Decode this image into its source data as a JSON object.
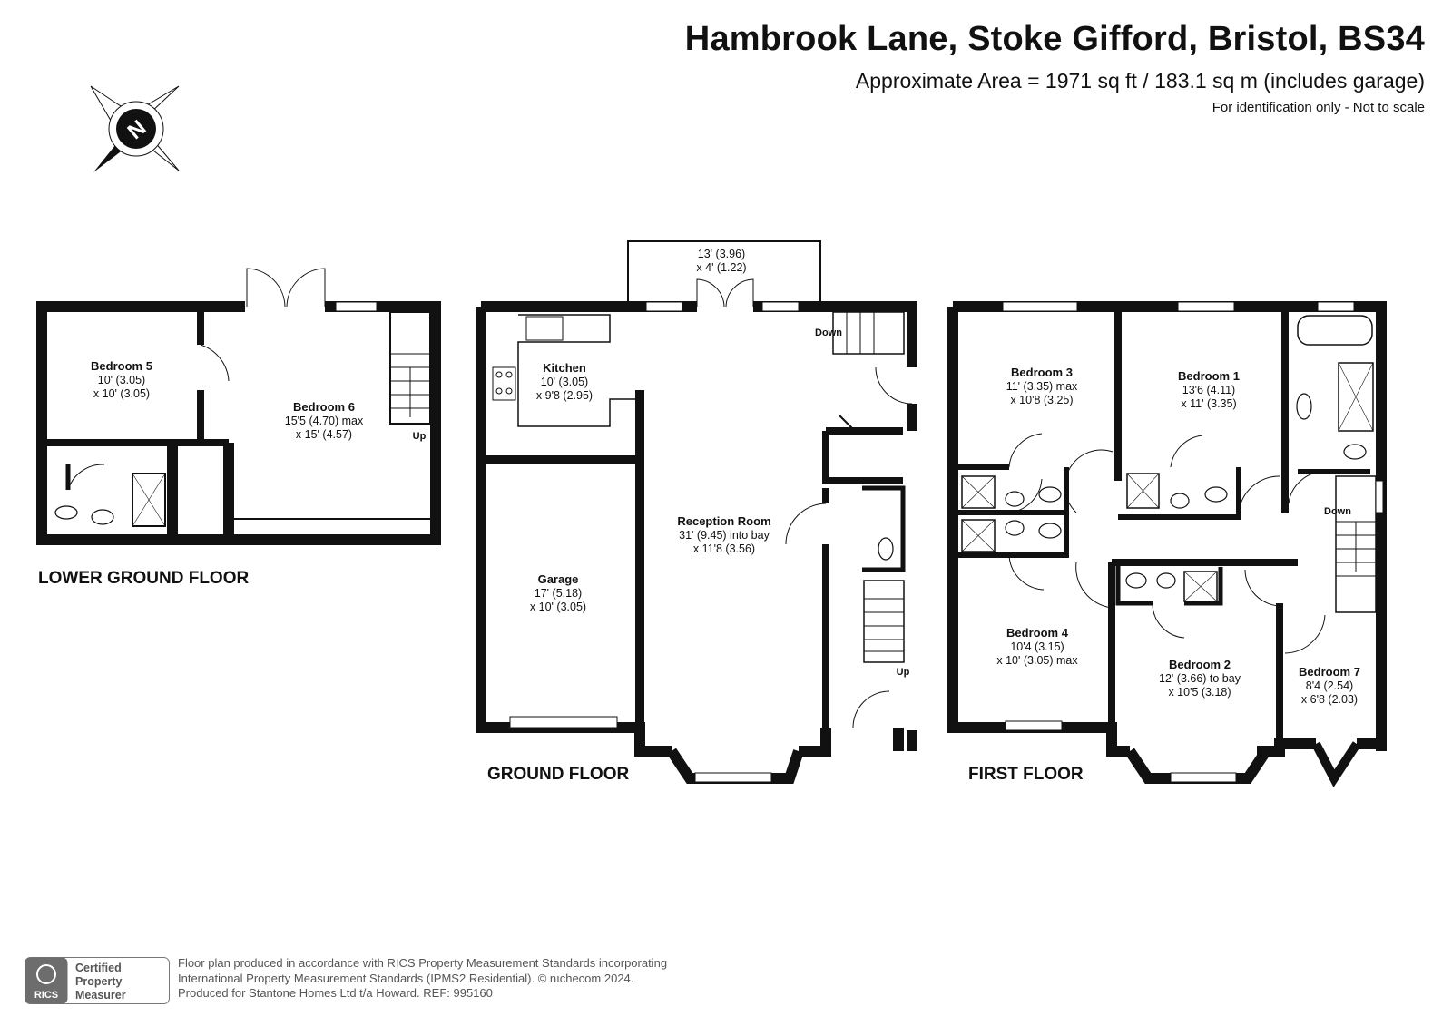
{
  "header": {
    "title": "Hambrook Lane, Stoke Gifford, Bristol, BS34",
    "area": "Approximate Area = 1971 sq ft / 183.1 sq m (includes garage)",
    "note": "For identification only - Not to scale"
  },
  "compass": {
    "letter": "N"
  },
  "floors": {
    "lower_ground": "LOWER GROUND FLOOR",
    "ground": "GROUND FLOOR",
    "first": "FIRST FLOOR"
  },
  "rooms": {
    "bedroom5": {
      "name": "Bedroom 5",
      "dim1": "10' (3.05)",
      "dim2": "x 10' (3.05)"
    },
    "bedroom6": {
      "name": "Bedroom 6",
      "dim1": "15'5 (4.70) max",
      "dim2": "x 15' (4.57)"
    },
    "kitchen": {
      "name": "Kitchen",
      "dim1": "10' (3.05)",
      "dim2": "x 9'8 (2.95)"
    },
    "garage": {
      "name": "Garage",
      "dim1": "17' (5.18)",
      "dim2": "x 10' (3.05)"
    },
    "reception": {
      "name": "Reception Room",
      "dim1": "31' (9.45) into bay",
      "dim2": "x 11'8 (3.56)"
    },
    "conservatory": {
      "dim1": "13' (3.96)",
      "dim2": "x 4' (1.22)"
    },
    "bedroom3": {
      "name": "Bedroom 3",
      "dim1": "11' (3.35) max",
      "dim2": "x 10'8 (3.25)"
    },
    "bedroom1": {
      "name": "Bedroom 1",
      "dim1": "13'6 (4.11)",
      "dim2": "x 11' (3.35)"
    },
    "bedroom4": {
      "name": "Bedroom 4",
      "dim1": "10'4 (3.15)",
      "dim2": "x 10' (3.05) max"
    },
    "bedroom2": {
      "name": "Bedroom 2",
      "dim1": "12' (3.66) to bay",
      "dim2": "x 10'5 (3.18)"
    },
    "bedroom7": {
      "name": "Bedroom 7",
      "dim1": "8'4 (2.54)",
      "dim2": "x 6'8 (2.03)"
    }
  },
  "stairs": {
    "up": "Up",
    "down": "Down"
  },
  "footer": {
    "badge_line1": "Certified",
    "badge_line2": "Property",
    "badge_line3": "Measurer",
    "badge_brand": "RICS",
    "line1": "Floor plan produced in accordance with RICS Property Measurement Standards incorporating",
    "line2": "International Property Measurement Standards (IPMS2 Residential).   © nıchecom 2024.",
    "line3": "Produced for Stantone Homes Ltd t/a Howard.   REF:  995160"
  }
}
